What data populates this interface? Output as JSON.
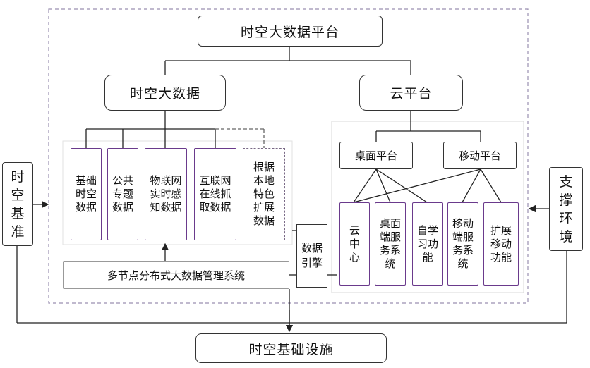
{
  "title": "时空大数据平台",
  "left_col": {
    "title": "时空大数据"
  },
  "right_col": {
    "title": "云平台"
  },
  "data_sources": [
    {
      "label": "基础\n时空\n数据"
    },
    {
      "label": "公共\n专题\n数据"
    },
    {
      "label": "物联网\n实时感\n知数据"
    },
    {
      "label": "互联网\n在线抓\n取数据"
    },
    {
      "label": "根据\n本地\n特色\n扩展\n数据"
    }
  ],
  "mgmt_system": "多节点分布式大数据管理系统",
  "engine": "数据\n引擎",
  "platforms": {
    "desktop": "桌面平台",
    "mobile": "移动平台"
  },
  "cloud_items": [
    {
      "label": "云\n中\n心"
    },
    {
      "label": "桌面\n端服\n务系\n统"
    },
    {
      "label": "自学\n习功\n能"
    },
    {
      "label": "移动\n端服\n务系\n统"
    },
    {
      "label": "扩展\n移动\n功能"
    }
  ],
  "spacetime_basis": "时\n空\n基\n准",
  "support_env": "支\n撑\n环\n境",
  "infrastructure": "时空基础设施",
  "colors": {
    "purple_border": "#6a3a8c",
    "line": "#222222",
    "frame": "#9a8fb0"
  }
}
